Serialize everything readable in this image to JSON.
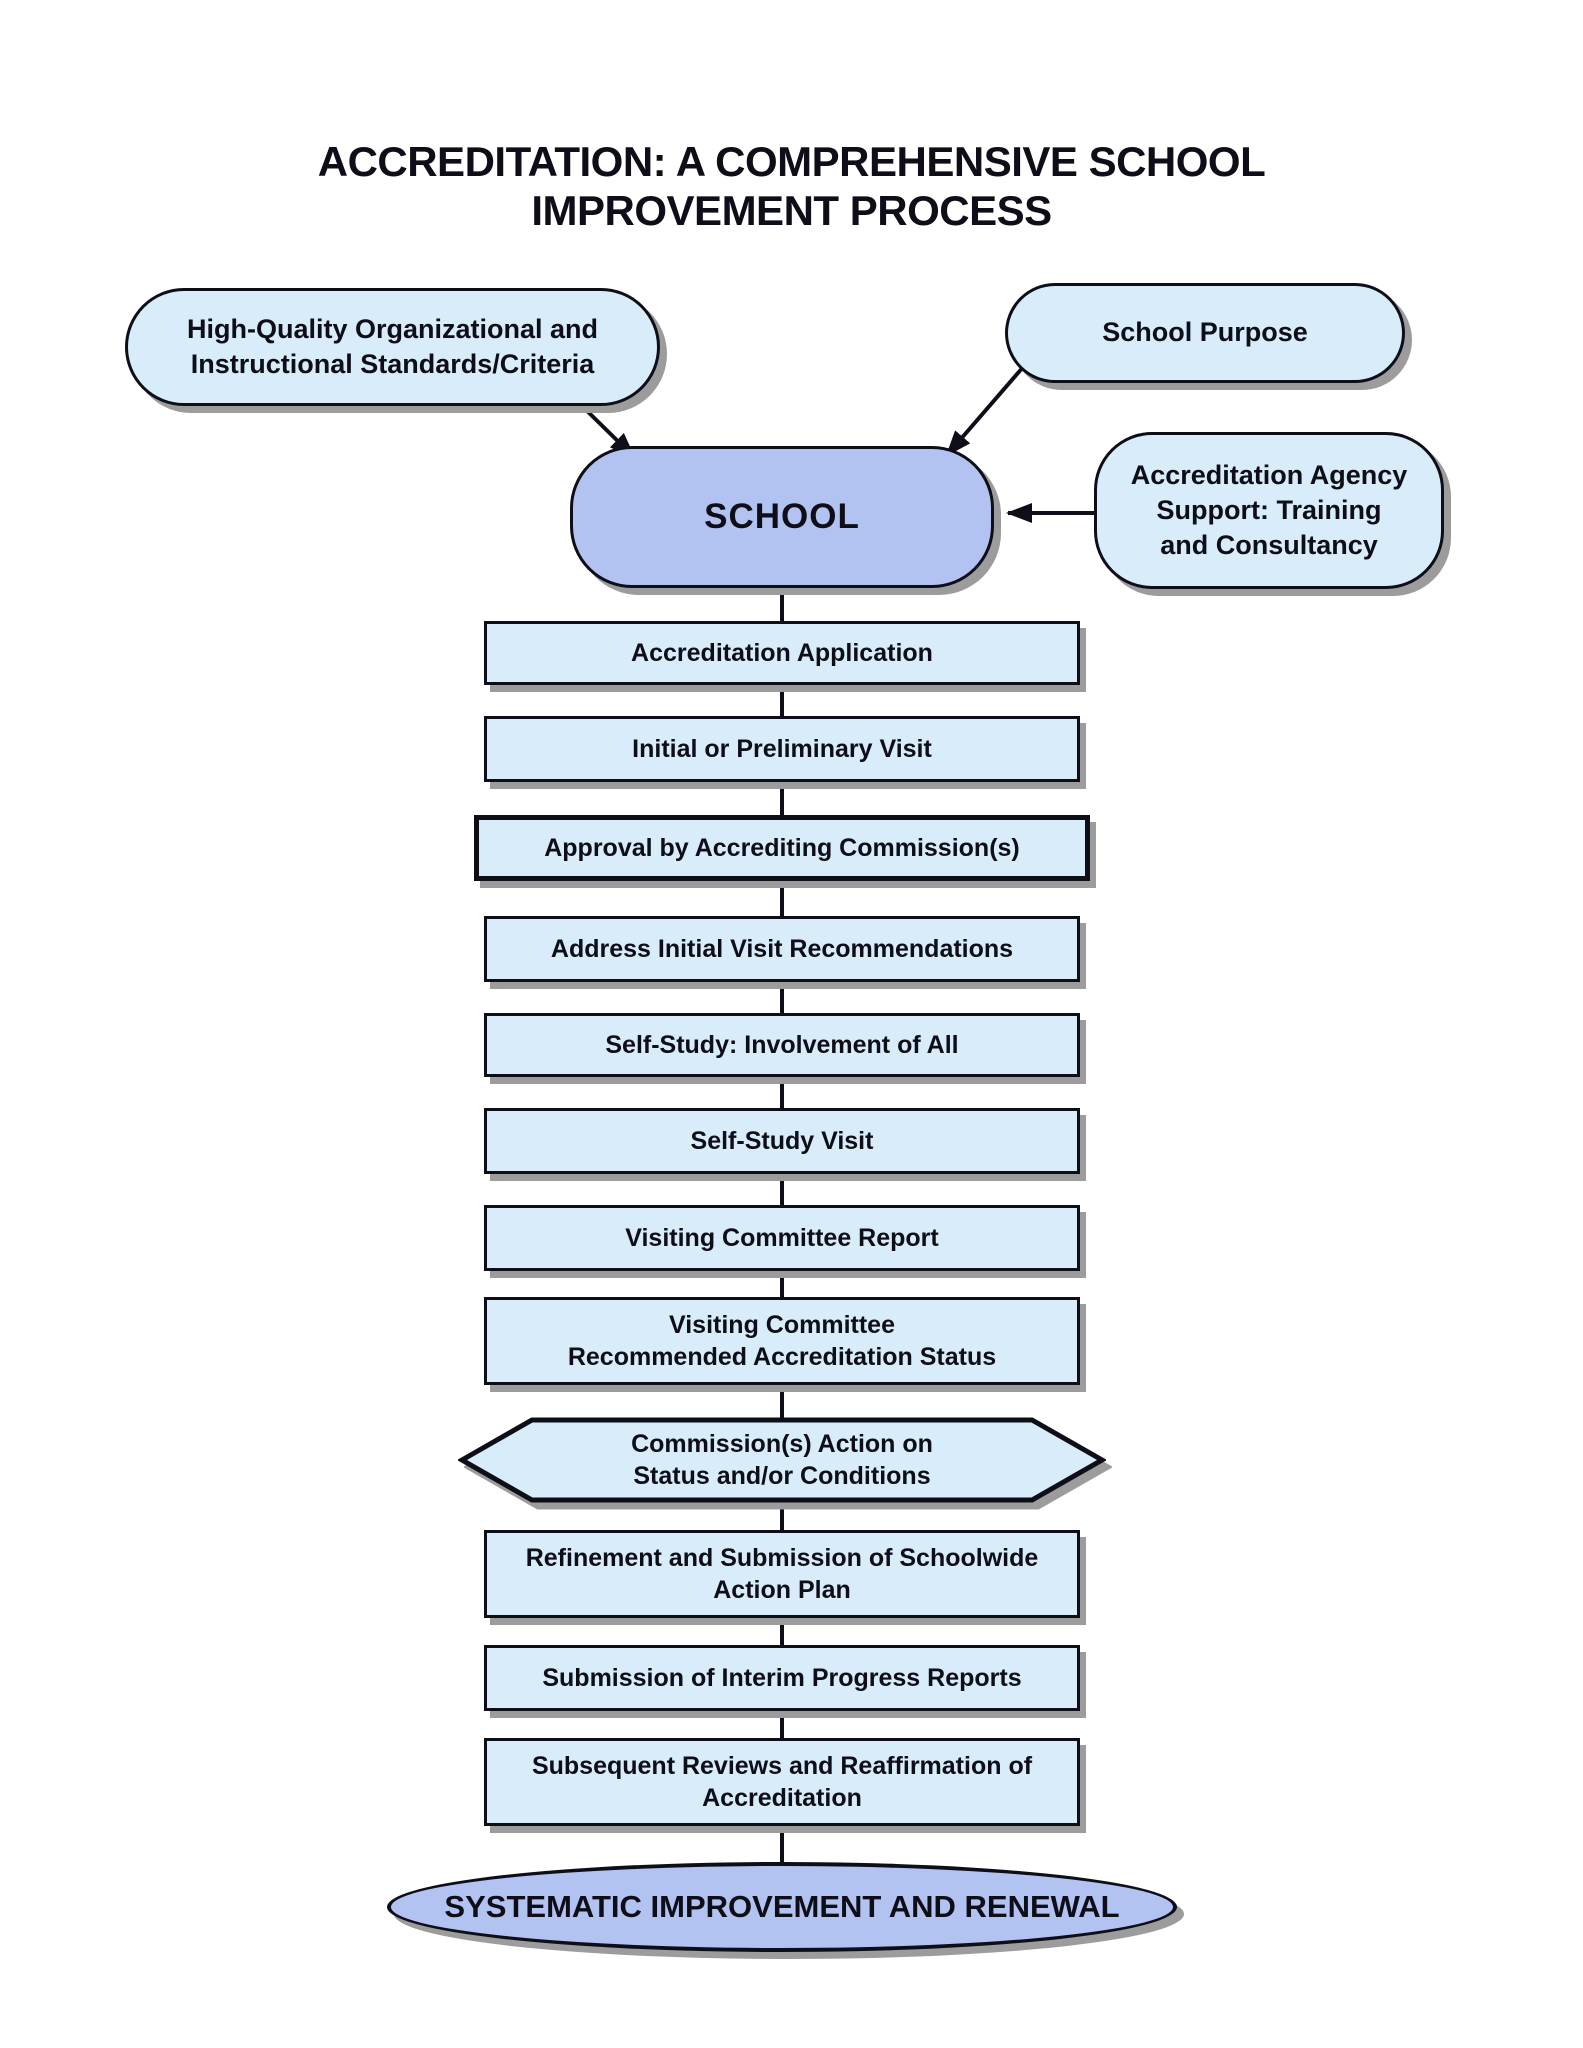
{
  "title": {
    "text": "ACCREDITATION: A COMPREHENSIVE SCHOOL\nIMPROVEMENT PROCESS"
  },
  "inputs": {
    "standards": {
      "label": "High-Quality Organizational and\nInstructional Standards/Criteria"
    },
    "school_purpose": {
      "label": "School Purpose"
    },
    "agency_support": {
      "label": "Accreditation Agency\nSupport: Training\nand Consultancy"
    }
  },
  "school": {
    "label": "SCHOOL"
  },
  "flow_steps": [
    {
      "label": "Accreditation Application",
      "shape": "rect"
    },
    {
      "label": "Initial or Preliminary Visit",
      "shape": "rect"
    },
    {
      "label": "Approval by Accrediting Commission(s)",
      "shape": "rect"
    },
    {
      "label": "Address Initial Visit Recommendations",
      "shape": "rect"
    },
    {
      "label": "Self-Study: Involvement of All",
      "shape": "rect"
    },
    {
      "label": "Self-Study Visit",
      "shape": "rect"
    },
    {
      "label": "Visiting Committee Report",
      "shape": "rect"
    },
    {
      "label": "Visiting Committee\nRecommended Accreditation Status",
      "shape": "rect"
    },
    {
      "label": "Commission(s) Action on\nStatus and/or Conditions",
      "shape": "hexagon"
    },
    {
      "label": "Refinement and Submission of Schoolwide\nAction Plan",
      "shape": "rect"
    },
    {
      "label": "Submission of Interim Progress Reports",
      "shape": "rect"
    },
    {
      "label": "Subsequent Reviews and Reaffirmation of\nAccreditation",
      "shape": "rect"
    }
  ],
  "terminal": {
    "label": "SYSTEMATIC IMPROVEMENT AND RENEWAL"
  },
  "colors": {
    "box_fill": "#D8ECFA",
    "accent_fill": "#B3C3F1",
    "border": "#0E0E18",
    "shadow": "#9C9C9C",
    "background": "#FFFFFF"
  }
}
